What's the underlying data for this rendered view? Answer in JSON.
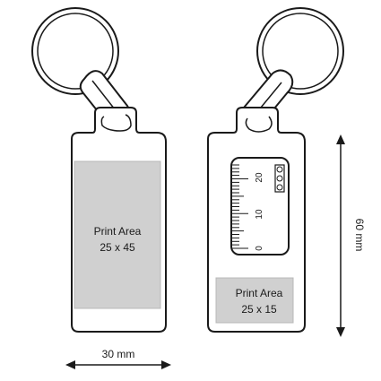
{
  "front": {
    "print_area_title": "Print Area",
    "print_area_size": "25 x 45"
  },
  "back": {
    "print_area_title": "Print Area",
    "print_area_size": "25 x 15",
    "ruler_labels": [
      "20",
      "10",
      "0"
    ]
  },
  "dimensions": {
    "width_label": "30 mm",
    "height_label": "60 mm"
  },
  "colors": {
    "outline": "#1a1a1a",
    "print_area_fill": "#d0d0d0",
    "ruler_fill": "#ffffff"
  }
}
